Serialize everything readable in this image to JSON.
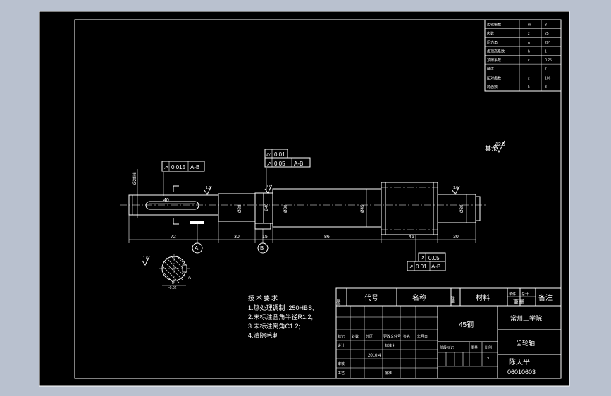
{
  "colors": {
    "background": "#b9c1cf",
    "sheet": "#000000",
    "lines": "#ffffff"
  },
  "param_table": {
    "rows": [
      {
        "label": "齿轮模数",
        "sym": "m",
        "val": "3"
      },
      {
        "label": "齿数",
        "sym": "z",
        "val": "25"
      },
      {
        "label": "压力角",
        "sym": "α",
        "val": "20°"
      },
      {
        "label": "齿顶高系数",
        "sym": "h",
        "val": "1"
      },
      {
        "label": "顶隙系数",
        "sym": "c",
        "val": "0.25"
      },
      {
        "label": "精度",
        "sym": "",
        "val": "7"
      },
      {
        "label": "配对齿数",
        "sym": "z",
        "val": "106"
      },
      {
        "label": "跨齿数",
        "sym": "k",
        "val": "3"
      }
    ]
  },
  "surface_note": {
    "label": "其余",
    "value": "12.5"
  },
  "tolerances": {
    "left_runout": {
      "value": "0.015",
      "datum": "A-B"
    },
    "mid_cyl": {
      "value": "0.01"
    },
    "mid_runout": {
      "value": "0.05",
      "datum": "A-B"
    },
    "right_runout": {
      "value": "0.05"
    },
    "right_runout2": {
      "value": "0.01",
      "datum": "A-B"
    }
  },
  "datums": {
    "a": "A",
    "b": "B"
  },
  "roughness_marks": [
    "1.6",
    "1.6",
    "1.6",
    "1.6"
  ],
  "dims": {
    "d72": "72",
    "d30a": "30",
    "d15": "15",
    "d86": "86",
    "d45": "45",
    "d30b": "30",
    "dia40": "Ø40",
    "dia_key": "Ø28",
    "dia_shaft": "Ø30",
    "dia_mid": "Ø45",
    "dia_right": "Ø30",
    "key_len": "40",
    "sec_width": "8",
    "sec_depth": "24",
    "sec_tol": "-0.02",
    "left_tol": "Ø28k6"
  },
  "tech_req": {
    "title": "技术要求",
    "items": [
      "1.热处理调制 ,250HBS;",
      "2.未标注圆角半径R1.2;",
      "3.未标注倒角C1.2;",
      "4.清除毛刺"
    ]
  },
  "title_block": {
    "headers": {
      "seq": "序号",
      "code": "代号",
      "name": "名称",
      "qty": "数量",
      "material": "材料",
      "single": "单件",
      "total": "总计",
      "weight": "重量",
      "remark": "备注"
    },
    "material_value": "45钢",
    "school": "常州工学院",
    "part_name": "齿轮轴",
    "designer": "陈天平",
    "drawing_no": "06010603",
    "date": "2010.4",
    "labels": {
      "mark": "标记",
      "count": "处数",
      "zone": "分区",
      "change_no": "更改文件号",
      "sign": "签名",
      "ymd": "年月日",
      "design": "设计",
      "standard": "标准化",
      "stage": "阶段标记",
      "weight": "重量",
      "scale": "比例",
      "review": "审核",
      "process": "工艺",
      "approve": "批准"
    },
    "scale_value": "1:1"
  }
}
